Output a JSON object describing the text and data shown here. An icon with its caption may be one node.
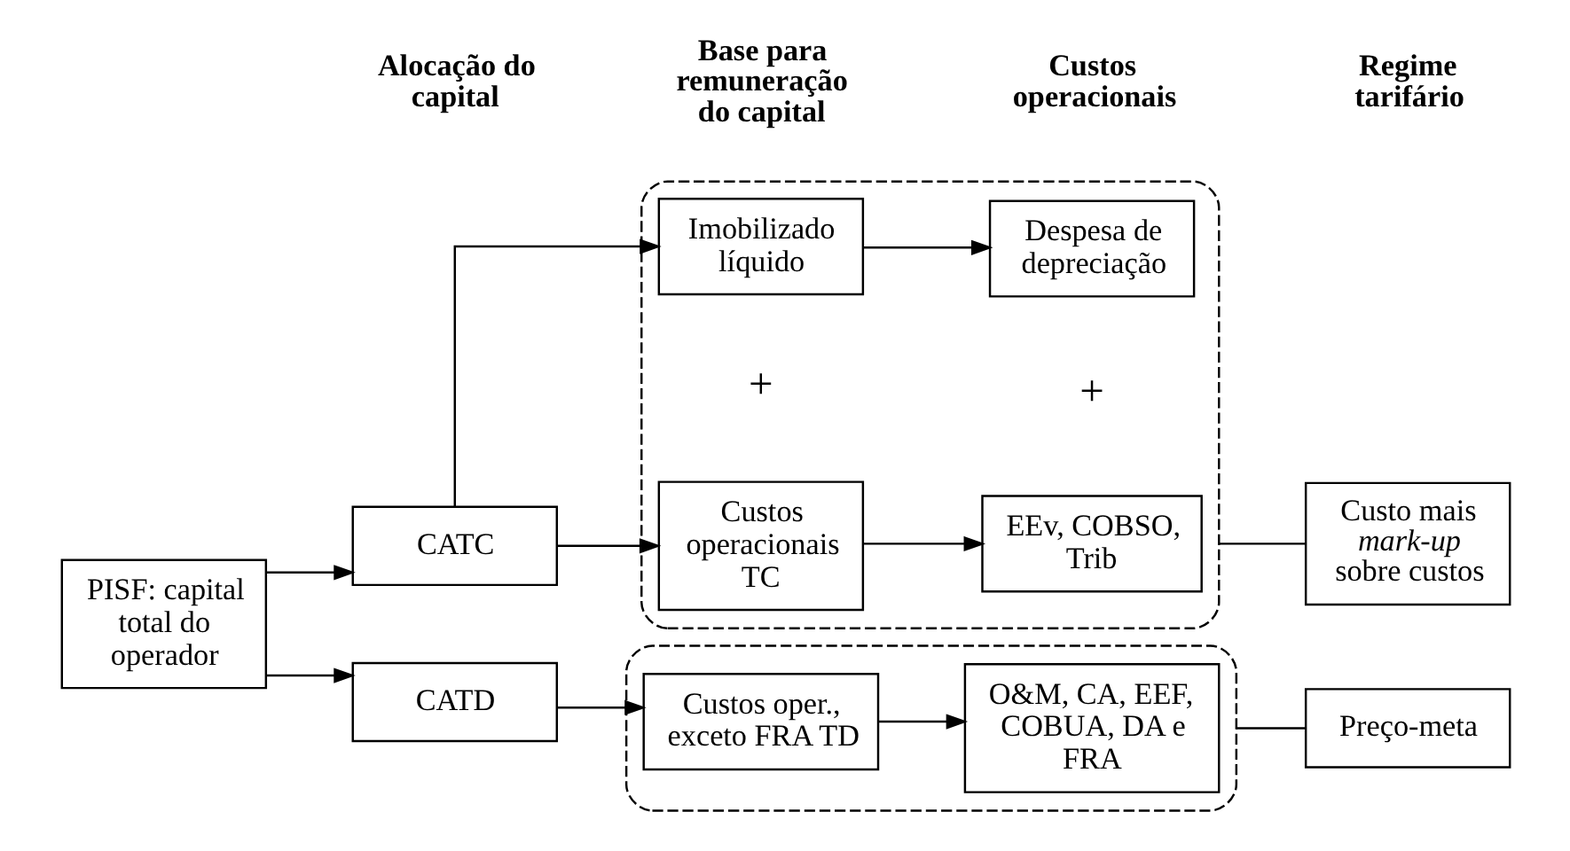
{
  "diagram": {
    "nodes": [
      {
        "text": [
          "PISF: capital total do operador"
        ]
      },
      {
        "text": [
          "CATC"
        ]
      },
      {
        "text": [
          "CATD"
        ]
      },
      {
        "text": [],
        "shape": "box"
      },
      {
        "text": [
          "Imobilizado líquido"
        ],
        "in": 3
      },
      {
        "text": [
          "Despesa de depreciação"
        ],
        "in": 3
      },
      {
        "text": [
          "Custos operacionais TC"
        ],
        "in": 3
      },
      {
        "text": [
          "EEv, COBSO, Trib"
        ],
        "in": 3
      },
      {
        "text": [],
        "shape": "box"
      },
      {
        "text": [
          "Custos oper., exceto FRA TD"
        ],
        "in": 8
      },
      {
        "text": [
          "O&M, CA, EEF, COBUA, DA e FRA"
        ],
        "in": 8
      },
      {
        "text": [
          "Custo mais *mark-up* sobre custos"
        ]
      },
      {
        "text": [
          "Preço-meta"
        ]
      }
    ],
    "edges": [
      {
        "from": 0,
        "to": 1,
        "arrow": "to"
      },
      {
        "from": 0,
        "to": 2,
        "arrow": "to"
      },
      {
        "from": 1,
        "to": 4,
        "arrow": "to"
      },
      {
        "from": 1,
        "to": 6,
        "arrow": "to"
      },
      {
        "from": 4,
        "to": 5,
        "arrow": "to"
      },
      {
        "from": 6,
        "to": 7,
        "arrow": "to"
      },
      {
        "from": 2,
        "to": 9,
        "arrow": "to"
      },
      {
        "from": 9,
        "to": 10,
        "arrow": "to"
      },
      {
        "from": 3,
        "to": 11,
        "arrow": "none"
      },
      {
        "from": 8,
        "to": 12,
        "arrow": "none"
      }
    ],
    "labels": [
      "Alocação do capital",
      "Base para remuneração do capital",
      "Custos operacionais",
      "Regime tarifário",
      "+",
      "+"
    ]
  }
}
